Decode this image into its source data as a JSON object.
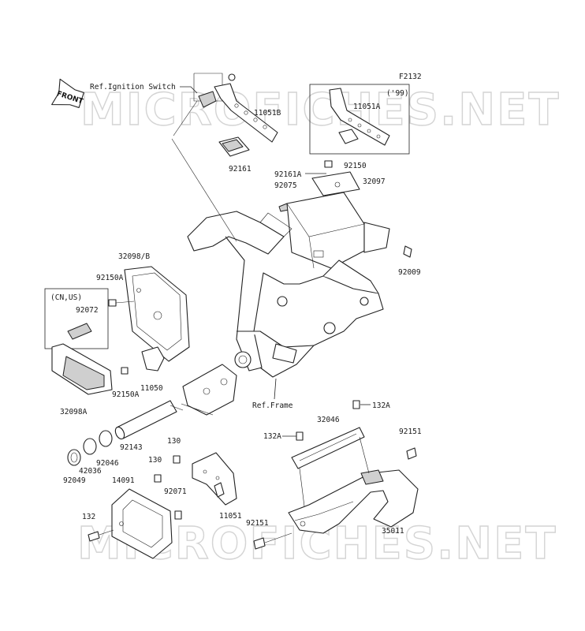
{
  "figure_code": "F2132",
  "watermark": "MICROFICHES.NET",
  "front_label": "FRONT",
  "labels": {
    "ref_ignition_switch": "Ref.Ignition Switch",
    "ref_frame": "Ref.Frame",
    "p11051B": "11051B",
    "p11051A": "11051A",
    "note_99": "('99)",
    "p92161": "92161",
    "p92161A": "92161A",
    "p92150": "92150",
    "p92075": "92075",
    "p32097": "32097",
    "p92009": "92009",
    "p32098B": "32098/B",
    "p92150A_top": "92150A",
    "note_cn_us": "(CN,US)",
    "p92072": "92072",
    "p92150A_bottom": "92150A",
    "p11050": "11050",
    "p32098A": "32098A",
    "p132A_right": "132A",
    "p32046": "32046",
    "p132A_left": "132A",
    "p92151_right": "92151",
    "p92143": "92143",
    "p130_top": "130",
    "p130_mid": "130",
    "p92046": "92046",
    "p42036": "42036",
    "p92049": "92049",
    "p14091": "14091",
    "p92071": "92071",
    "p11051": "11051",
    "p132": "132",
    "p92151_bottom": "92151",
    "p35011": "35011"
  }
}
